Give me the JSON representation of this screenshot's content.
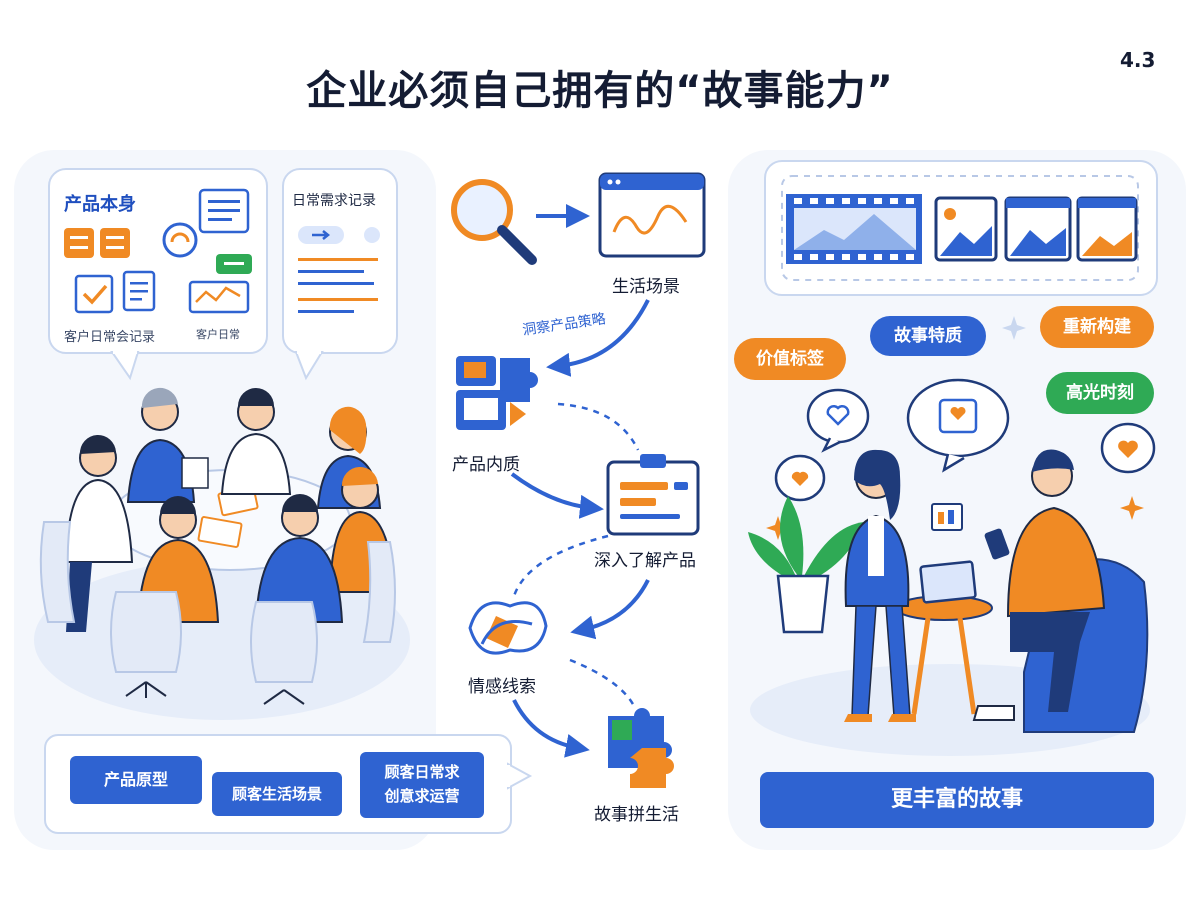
{
  "header": {
    "title": "企业必须自己拥有的“故事能力”",
    "page_number": "4.3"
  },
  "left_panel": {
    "bubble_product": {
      "title": "产品本身",
      "caption": "客户日常会记录",
      "chart_caption": "客户日常"
    },
    "bubble_records": {
      "title": "日常需求记录"
    },
    "bottom_items": [
      {
        "label": "产品原型"
      },
      {
        "label": "顾客生活场景"
      },
      {
        "label": "顾客日常求\n创意求运营"
      }
    ]
  },
  "flow": {
    "nodes": [
      {
        "label": "生活场景"
      },
      {
        "label": "产品内质"
      },
      {
        "label": "深入了解产品"
      },
      {
        "label": "情感线索"
      },
      {
        "label": "故事拼生活"
      }
    ],
    "edge_label": "洞察产品策略"
  },
  "right_panel": {
    "tags": [
      {
        "label": "故事特质"
      },
      {
        "label": "重新构建"
      },
      {
        "label": "价值标签"
      },
      {
        "label": "高光时刻"
      }
    ],
    "cta": "更丰富的故事"
  },
  "colors": {
    "blue": "#2f63d1",
    "orange": "#f08a24",
    "green": "#2faa55",
    "navy": "#141c33"
  }
}
